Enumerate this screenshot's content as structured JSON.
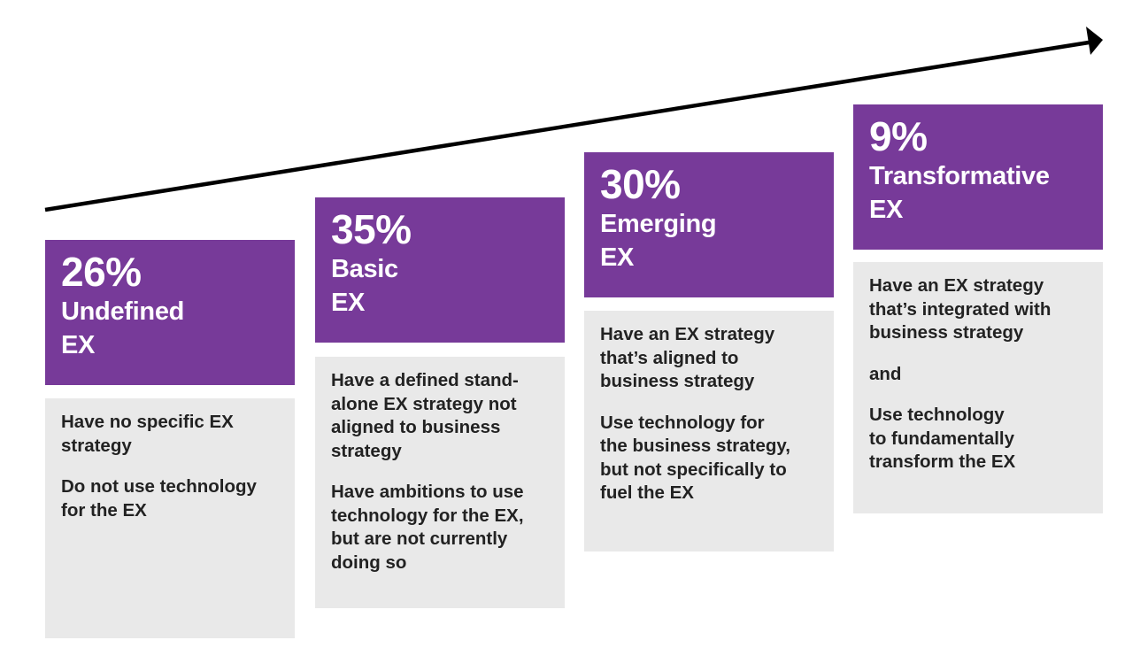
{
  "colors": {
    "header": "#773a99",
    "panel": "#e9e9e9",
    "arrow": "#000000",
    "body_text": "#222222"
  },
  "stages": [
    {
      "percent": "26%",
      "level_line1": "Undefined",
      "level_line2": "EX",
      "paragraphs": [
        "Have no specific EX\nstrategy",
        "Do not use technology\nfor the EX"
      ]
    },
    {
      "percent": "35%",
      "level_line1": "Basic",
      "level_line2": "EX",
      "paragraphs": [
        "Have a defined stand-\nalone EX strategy not\naligned to business\nstrategy",
        "Have ambitions to use\ntechnology for the EX,\nbut are not currently\ndoing so"
      ]
    },
    {
      "percent": "30%",
      "level_line1": "Emerging",
      "level_line2": "EX",
      "paragraphs": [
        "Have an EX strategy\nthat’s aligned to\nbusiness strategy",
        "Use technology for\nthe business strategy,\nbut not specifically to\nfuel the EX"
      ]
    },
    {
      "percent": "9%",
      "level_line1": "Transformative",
      "level_line2": "EX",
      "paragraphs": [
        "Have an EX strategy\nthat’s integrated with\nbusiness strategy",
        "and",
        "Use technology\nto fundamentally\ntransform the EX"
      ]
    }
  ]
}
